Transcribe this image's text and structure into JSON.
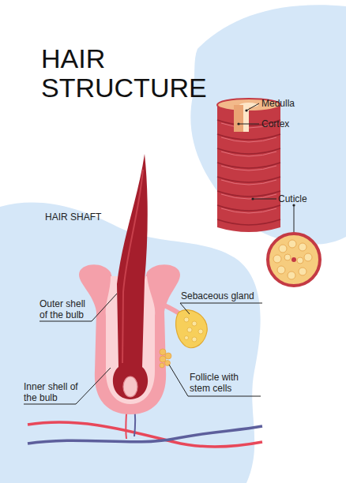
{
  "diagram": {
    "title": "HAIR STRUCTURE",
    "labels": [
      "Medulla",
      "Cortex",
      "Cuticle",
      "HAIR SHAFT",
      "Outer shell of the bulb",
      "Sebaceous gland",
      "Inner shell of the bulb",
      "Follicle with stem cells"
    ]
  }
}
